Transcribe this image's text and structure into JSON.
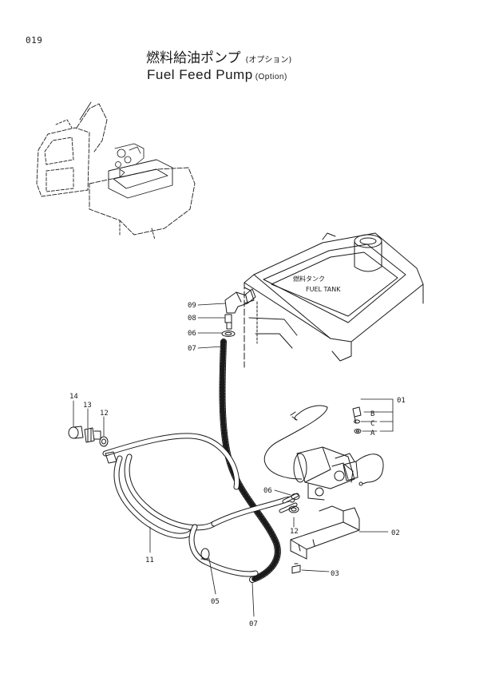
{
  "page": {
    "number": "019"
  },
  "title": {
    "jp": "燃料給油ポンプ",
    "jp_option": "(オプション)",
    "en": "Fuel Feed Pump",
    "en_option": "(Option)"
  },
  "tank": {
    "jp": "燃料タンク",
    "en": "FUEL TANK"
  },
  "callouts": {
    "c01": "01",
    "c02": "02",
    "c03": "03",
    "c05": "05",
    "c06_top": "06",
    "c06_pump": "06",
    "c07_top": "07",
    "c07_bottom": "07",
    "c08": "08",
    "c09": "09",
    "c11": "11",
    "c12_left": "12",
    "c12_pump": "12",
    "c13": "13",
    "c14": "14",
    "cA": "A",
    "cB": "B",
    "cC": "C"
  }
}
